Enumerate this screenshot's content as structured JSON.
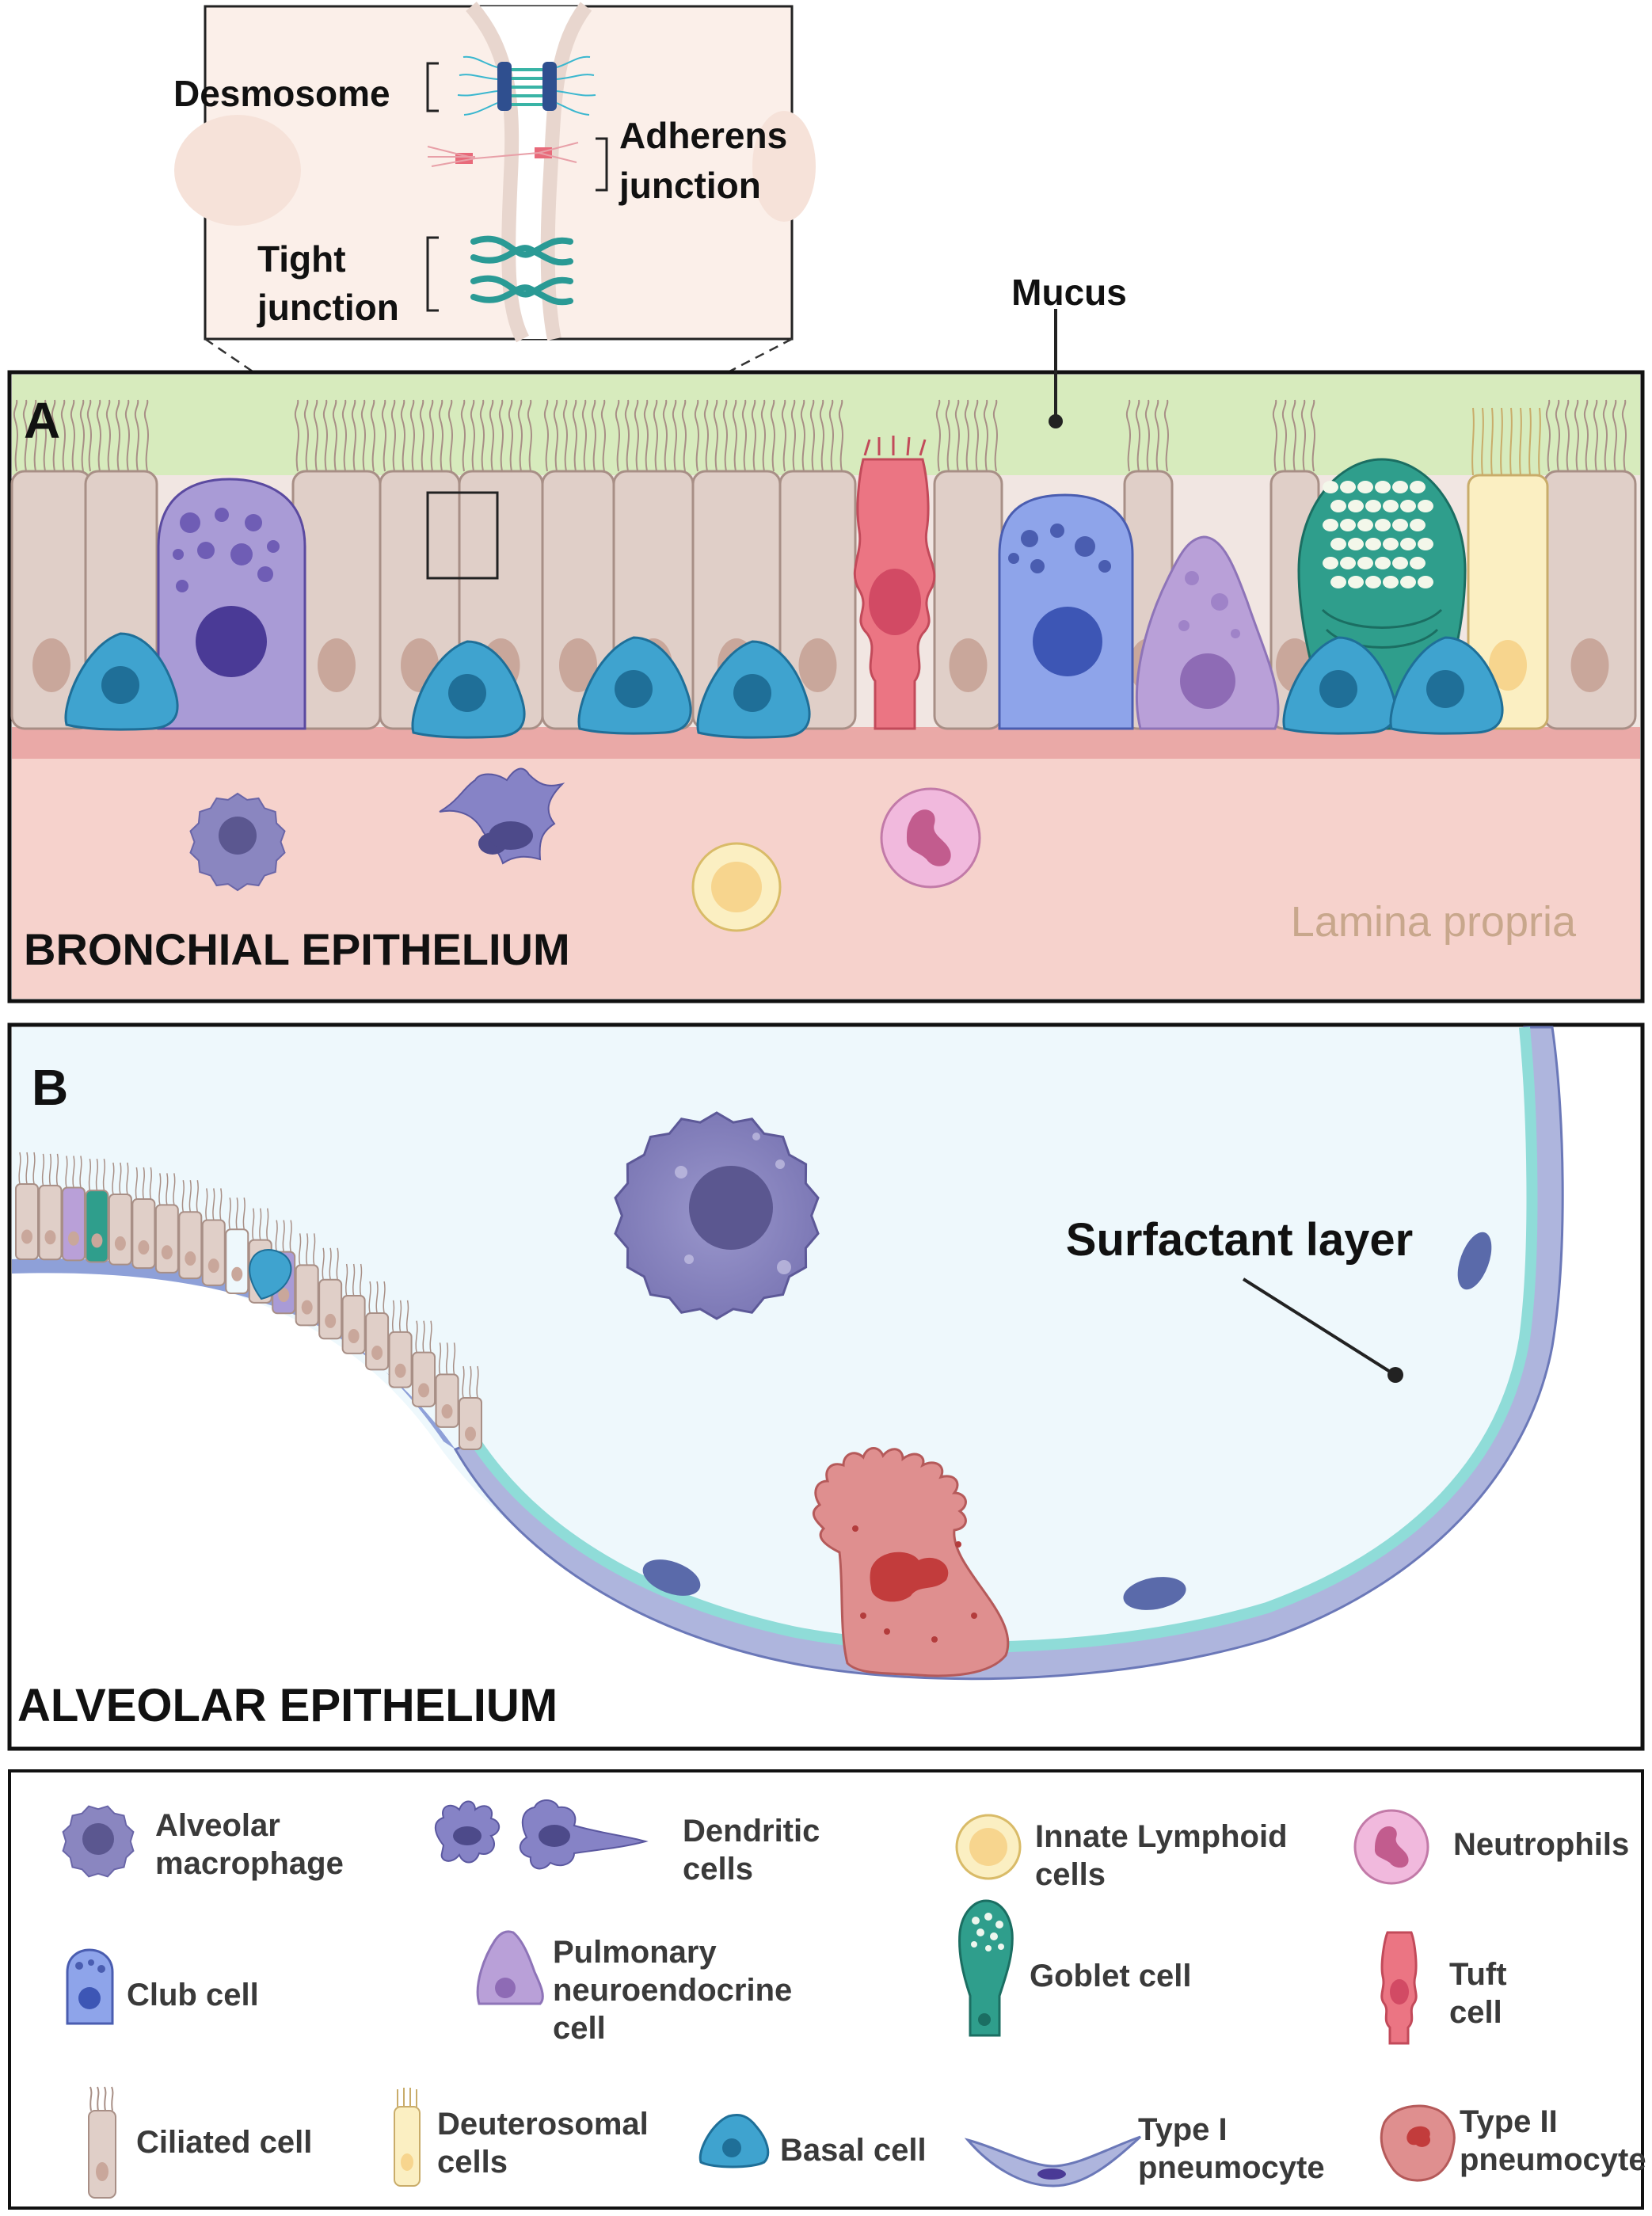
{
  "inset": {
    "desmosome": "Desmosome",
    "adherens_line1": "Adherens",
    "adherens_line2": "junction",
    "tight_line1": "Tight",
    "tight_line2": "junction"
  },
  "panel_a": {
    "letter": "A",
    "mucus": "Mucus",
    "title": "BRONCHIAL  EPITHELIUM",
    "lamina": "Lamina propria"
  },
  "panel_b": {
    "letter": "B",
    "surfactant": "Surfactant layer",
    "title": "ALVEOLAR EPITHELIUM"
  },
  "legend": [
    {
      "key": "alveolar_macrophage",
      "lines": [
        "Alveolar",
        "macrophage"
      ]
    },
    {
      "key": "dendritic",
      "lines": [
        "Dendritic",
        "cells"
      ]
    },
    {
      "key": "ilc",
      "lines": [
        "Innate Lymphoid",
        "cells"
      ]
    },
    {
      "key": "neutrophil",
      "lines": [
        "Neutrophils"
      ]
    },
    {
      "key": "club",
      "lines": [
        "Club cell"
      ]
    },
    {
      "key": "pnec",
      "lines": [
        "Pulmonary",
        "neuroendocrine",
        "cell"
      ]
    },
    {
      "key": "goblet",
      "lines": [
        "Goblet cell"
      ]
    },
    {
      "key": "tuft",
      "lines": [
        "Tuft",
        "cell"
      ]
    },
    {
      "key": "ciliated",
      "lines": [
        "Ciliated cell"
      ]
    },
    {
      "key": "deuterosomal",
      "lines": [
        "Deuterosomal",
        "cells"
      ]
    },
    {
      "key": "basal",
      "lines": [
        "Basal cell"
      ]
    },
    {
      "key": "type1",
      "lines": [
        "Type I",
        "pneumocyte"
      ]
    },
    {
      "key": "type2",
      "lines": [
        "Type II",
        "pneumocyte"
      ]
    }
  ],
  "colors": {
    "mucus": "#d7ebbd",
    "lamina": "#f6d2cc",
    "basement": "#eaa9a7",
    "ciliated": "#e0cfc8",
    "basal": "#3fa3cf",
    "club": "#8ea4ea",
    "macrophage": "#8a86c0",
    "tuft": "#e9707a",
    "goblet": "#2f9e8c",
    "pnec": "#b9a0d8",
    "neutrophil": "#e7a6d0",
    "ilc": "#fbe7ad",
    "alveolus": "#eef8fc",
    "surfactant": "#8fdcd8",
    "pneumocyte1": "#aeb5dd",
    "pneumocyte2": "#d87878"
  }
}
